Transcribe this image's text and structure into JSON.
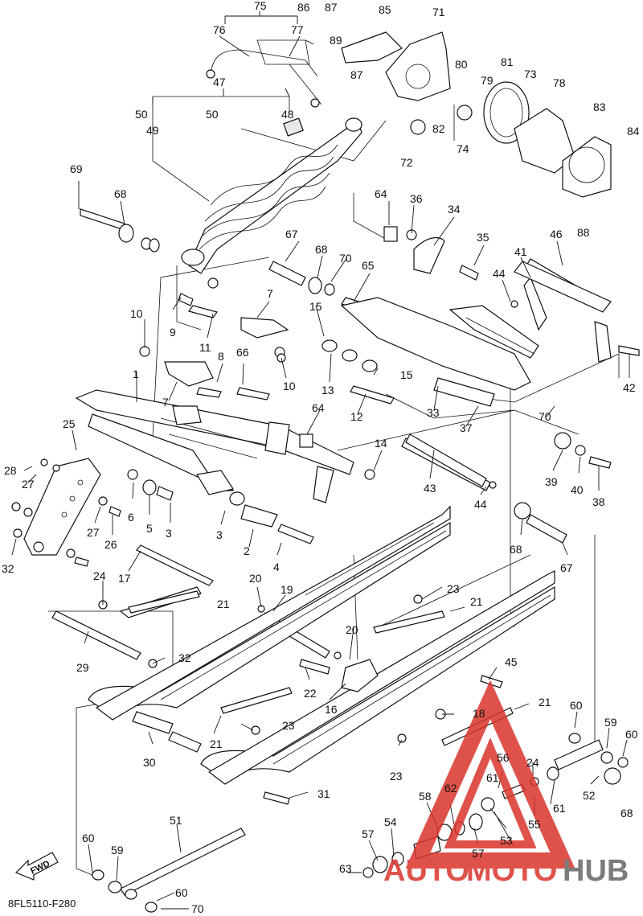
{
  "diagram": {
    "code": "8FL5110-F280",
    "fwd_label": "FWD",
    "watermark": {
      "part1": "AUTO",
      "part2": "MOTO",
      "part3": "HUB",
      "color_red": "#d9342b",
      "color_gray": "#666666"
    },
    "callouts": [
      {
        "id": "c75",
        "text": "75"
      },
      {
        "id": "c86",
        "text": "86"
      },
      {
        "id": "c87a",
        "text": "87"
      },
      {
        "id": "c85",
        "text": "85"
      },
      {
        "id": "c71",
        "text": "71"
      },
      {
        "id": "c76",
        "text": "76"
      },
      {
        "id": "c77",
        "text": "77"
      },
      {
        "id": "c89",
        "text": "89"
      },
      {
        "id": "c87b",
        "text": "87"
      },
      {
        "id": "c80",
        "text": "80"
      },
      {
        "id": "c79",
        "text": "79"
      },
      {
        "id": "c81",
        "text": "81"
      },
      {
        "id": "c73",
        "text": "73"
      },
      {
        "id": "c78",
        "text": "78"
      },
      {
        "id": "c47",
        "text": "47"
      },
      {
        "id": "c83",
        "text": "83"
      },
      {
        "id": "c84",
        "text": "84"
      },
      {
        "id": "c50a",
        "text": "50"
      },
      {
        "id": "c50b",
        "text": "50"
      },
      {
        "id": "c48",
        "text": "48"
      },
      {
        "id": "c49",
        "text": "49"
      },
      {
        "id": "c82",
        "text": "82"
      },
      {
        "id": "c74",
        "text": "74"
      },
      {
        "id": "c72",
        "text": "72"
      },
      {
        "id": "c69",
        "text": "69"
      },
      {
        "id": "c68a",
        "text": "68"
      },
      {
        "id": "c88",
        "text": "88"
      },
      {
        "id": "c64a",
        "text": "64"
      },
      {
        "id": "c36",
        "text": "36"
      },
      {
        "id": "c34",
        "text": "34"
      },
      {
        "id": "c67a",
        "text": "67"
      },
      {
        "id": "c35",
        "text": "35"
      },
      {
        "id": "c46",
        "text": "46"
      },
      {
        "id": "c68b",
        "text": "68"
      },
      {
        "id": "c70a",
        "text": "70"
      },
      {
        "id": "c41",
        "text": "41"
      },
      {
        "id": "c65",
        "text": "65"
      },
      {
        "id": "c44a",
        "text": "44"
      },
      {
        "id": "c7a",
        "text": "7"
      },
      {
        "id": "c15a",
        "text": "15"
      },
      {
        "id": "c10a",
        "text": "10"
      },
      {
        "id": "c9",
        "text": "9"
      },
      {
        "id": "c11",
        "text": "11"
      },
      {
        "id": "c8",
        "text": "8"
      },
      {
        "id": "c66",
        "text": "66"
      },
      {
        "id": "c10b",
        "text": "10"
      },
      {
        "id": "c13",
        "text": "13"
      },
      {
        "id": "c15b",
        "text": "15"
      },
      {
        "id": "c1",
        "text": "1"
      },
      {
        "id": "c7b",
        "text": "7"
      },
      {
        "id": "c42",
        "text": "42"
      },
      {
        "id": "c33",
        "text": "33"
      },
      {
        "id": "c12",
        "text": "12"
      },
      {
        "id": "c70b",
        "text": "70"
      },
      {
        "id": "c25",
        "text": "25"
      },
      {
        "id": "c64b",
        "text": "64"
      },
      {
        "id": "c37",
        "text": "37"
      },
      {
        "id": "c14",
        "text": "14"
      },
      {
        "id": "c28",
        "text": "28"
      },
      {
        "id": "c27a",
        "text": "27"
      },
      {
        "id": "c6",
        "text": "6"
      },
      {
        "id": "c5",
        "text": "5"
      },
      {
        "id": "c3a",
        "text": "3"
      },
      {
        "id": "c39",
        "text": "39"
      },
      {
        "id": "c40",
        "text": "40"
      },
      {
        "id": "c38",
        "text": "38"
      },
      {
        "id": "c43",
        "text": "43"
      },
      {
        "id": "c44b",
        "text": "44"
      },
      {
        "id": "c27b",
        "text": "27"
      },
      {
        "id": "c26",
        "text": "26"
      },
      {
        "id": "c3b",
        "text": "3"
      },
      {
        "id": "c2",
        "text": "2"
      },
      {
        "id": "c68c",
        "text": "68"
      },
      {
        "id": "c67b",
        "text": "67"
      },
      {
        "id": "c32a",
        "text": "32"
      },
      {
        "id": "c4",
        "text": "4"
      },
      {
        "id": "c17",
        "text": "17"
      },
      {
        "id": "c24a",
        "text": "24"
      },
      {
        "id": "c20a",
        "text": "20"
      },
      {
        "id": "c19",
        "text": "19"
      },
      {
        "id": "c23a",
        "text": "23"
      },
      {
        "id": "c21a",
        "text": "21"
      },
      {
        "id": "c21b",
        "text": "21"
      },
      {
        "id": "c20b",
        "text": "20"
      },
      {
        "id": "c29",
        "text": "29"
      },
      {
        "id": "c32b",
        "text": "32"
      },
      {
        "id": "c45",
        "text": "45"
      },
      {
        "id": "c22",
        "text": "22"
      },
      {
        "id": "c16",
        "text": "16"
      },
      {
        "id": "c18",
        "text": "18"
      },
      {
        "id": "c21c",
        "text": "21"
      },
      {
        "id": "c60a",
        "text": "60"
      },
      {
        "id": "c23b",
        "text": "23"
      },
      {
        "id": "c21d",
        "text": "21"
      },
      {
        "id": "c59a",
        "text": "59"
      },
      {
        "id": "c60b",
        "text": "60"
      },
      {
        "id": "c30",
        "text": "30"
      },
      {
        "id": "c23c",
        "text": "23"
      },
      {
        "id": "c56",
        "text": "56"
      },
      {
        "id": "c24b",
        "text": "24"
      },
      {
        "id": "c31",
        "text": "31"
      },
      {
        "id": "c52",
        "text": "52"
      },
      {
        "id": "c61a",
        "text": "61"
      },
      {
        "id": "c62",
        "text": "62"
      },
      {
        "id": "c61b",
        "text": "61"
      },
      {
        "id": "c68d",
        "text": "68"
      },
      {
        "id": "c51",
        "text": "51"
      },
      {
        "id": "c58",
        "text": "58"
      },
      {
        "id": "c53",
        "text": "53"
      },
      {
        "id": "c55",
        "text": "55"
      },
      {
        "id": "c54",
        "text": "54"
      },
      {
        "id": "c57a",
        "text": "57"
      },
      {
        "id": "c57b",
        "text": "57"
      },
      {
        "id": "c60c",
        "text": "60"
      },
      {
        "id": "c59b",
        "text": "59"
      },
      {
        "id": "c63",
        "text": "63"
      },
      {
        "id": "c60d",
        "text": "60"
      },
      {
        "id": "c70c",
        "text": "70"
      }
    ]
  }
}
